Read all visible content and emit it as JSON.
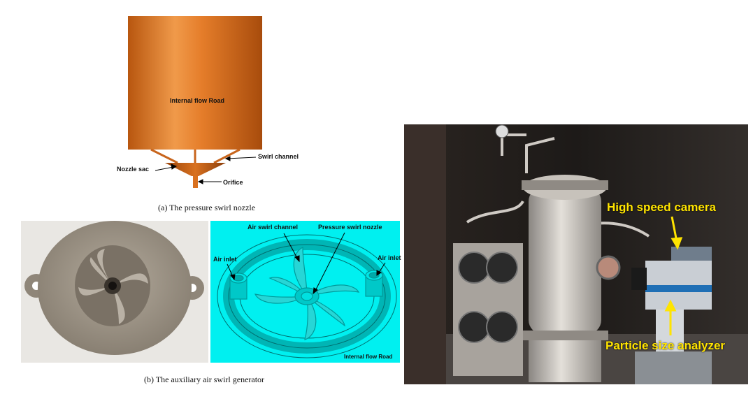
{
  "panel_a": {
    "cylinder_label": "Internal flow Road",
    "swirl_label": "Swirl channel",
    "sac_label": "Nozzle sac",
    "orifice_label": "Orifice",
    "caption": "(a) The pressure swirl nozzle"
  },
  "panel_b": {
    "air_channel_label": "Air swirl channel",
    "nozzle_label": "Pressure swirl nozzle",
    "air_inlet_left": "Air inlet",
    "air_inlet_right": "Air inlet",
    "flow_label": "Internal flow Road",
    "caption": "(b) The auxiliary air swirl generator"
  },
  "photo": {
    "camera_label": "High speed camera",
    "analyzer_label": "Particle size analyzer"
  },
  "colors": {
    "copper": "#d9711f",
    "cyan": "#00f0f0",
    "label_yellow": "#ffe400"
  }
}
